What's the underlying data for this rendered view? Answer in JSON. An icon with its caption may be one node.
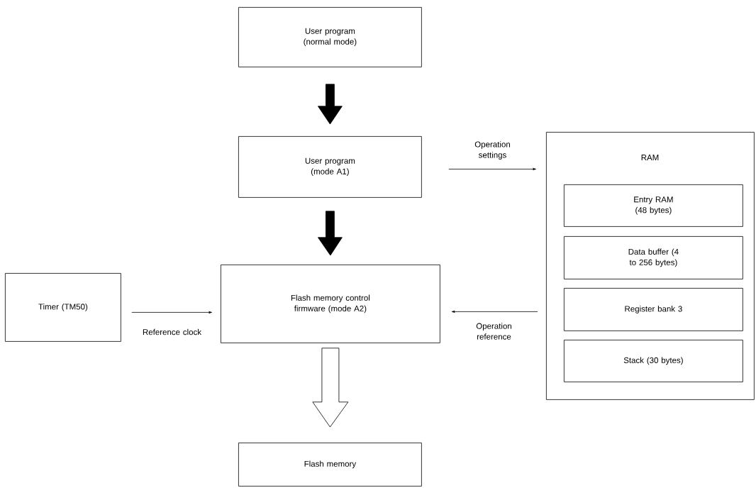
{
  "diagram": {
    "nodes": [
      {
        "text": [
          "User program (normal mode)"
        ]
      },
      {
        "text": [
          "User program (mode A1)"
        ]
      },
      {
        "text": [
          "RAM"
        ]
      },
      {
        "text": [
          "Entry RAM (48 bytes)"
        ],
        "in": 2
      },
      {
        "text": [
          "Data buffer (4 to 256 bytes)"
        ],
        "in": 2
      },
      {
        "text": [
          "Register bank 3"
        ],
        "in": 2
      },
      {
        "text": [
          "Stack (30 bytes)"
        ],
        "in": 2
      },
      {
        "text": [
          "Timer (TM50)"
        ]
      },
      {
        "text": [
          "Flash memory control firmware (mode A2)"
        ]
      },
      {
        "text": [
          "Flash memory"
        ]
      }
    ],
    "edges": [
      {
        "from": 0,
        "to": 1,
        "arrow": "to",
        "style": "thick"
      },
      {
        "from": 1,
        "to": 8,
        "arrow": "to",
        "style": "thick"
      },
      {
        "from": 1,
        "to": 2,
        "arrow": "to",
        "label": "Operation settings"
      },
      {
        "from": 7,
        "to": 8,
        "arrow": "to",
        "label": "Reference clock"
      },
      {
        "from": 2,
        "to": 8,
        "arrow": "to",
        "label": "Operation reference"
      },
      {
        "from": 8,
        "to": 9,
        "arrow": "to",
        "style": "thick",
        "color": "#ffffff"
      }
    ]
  }
}
